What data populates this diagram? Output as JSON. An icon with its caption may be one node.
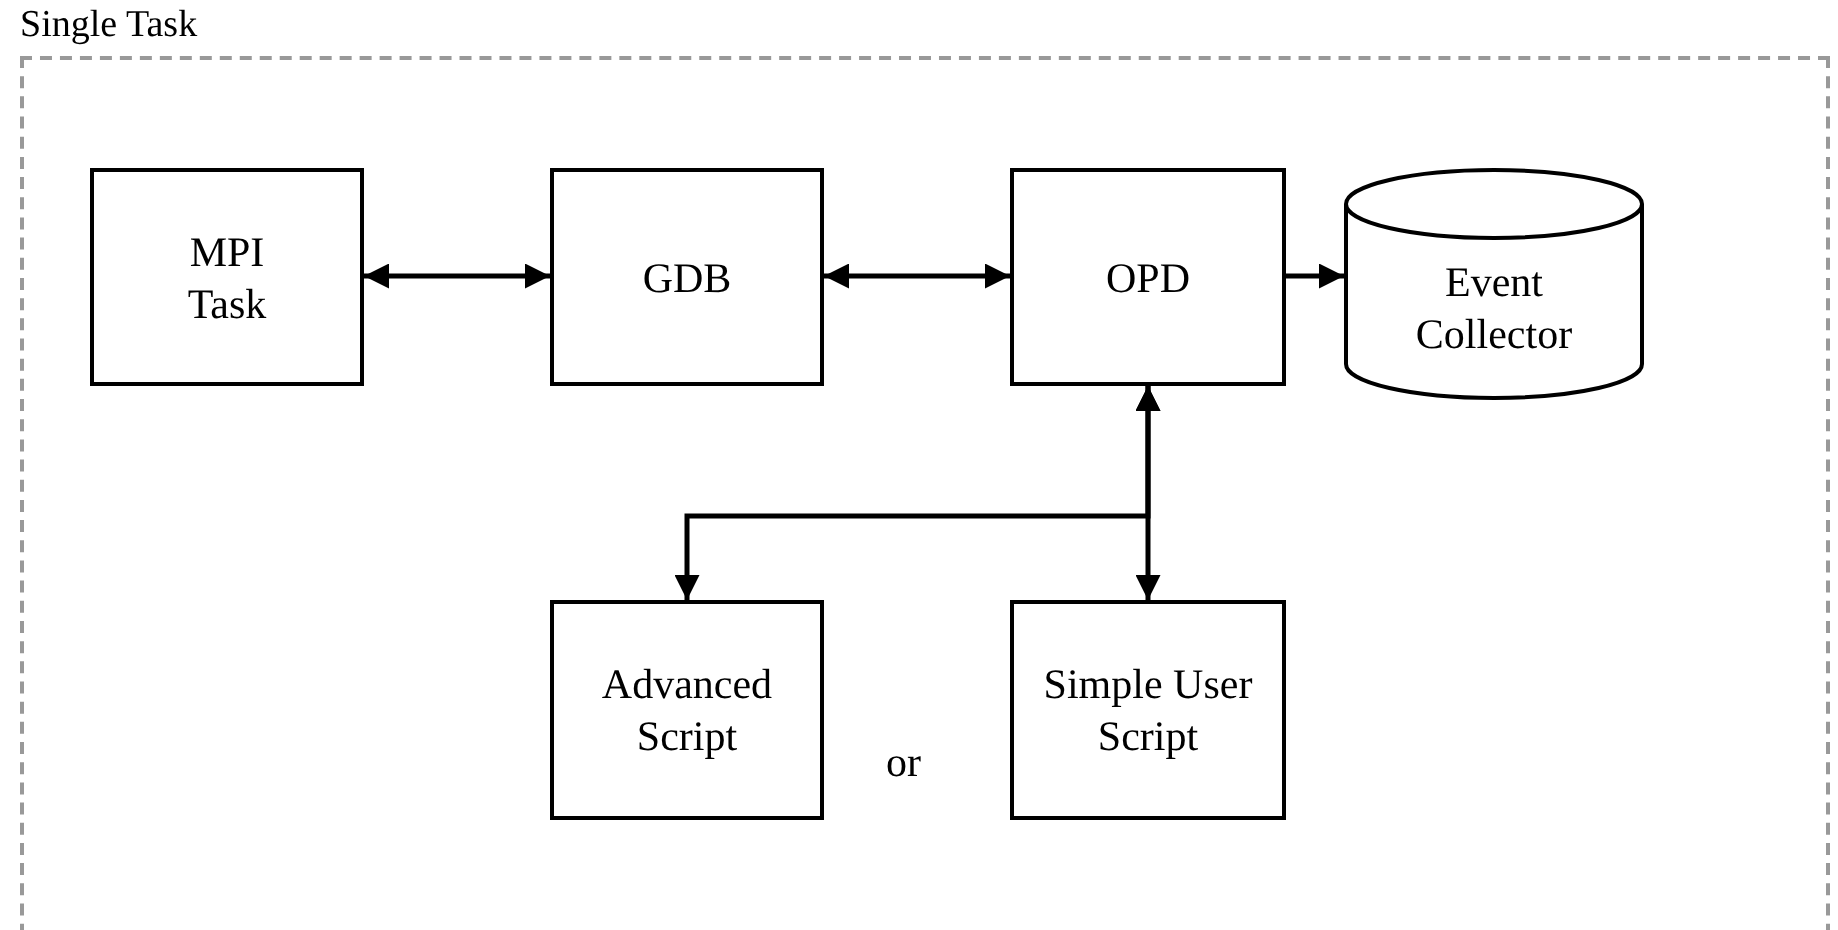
{
  "diagram": {
    "nodes": [
      {
        "text": [
          "Single Task"
        ]
      },
      {
        "text": [
          "MPI Task"
        ],
        "in": 0
      },
      {
        "text": [
          "GDB"
        ],
        "in": 0
      },
      {
        "text": [
          "OPD"
        ],
        "in": 0
      },
      {
        "text": [
          "Event Collector"
        ],
        "in": 0
      },
      {
        "text": [
          "Advanced Script"
        ],
        "in": 0
      },
      {
        "text": [
          "Simple User Script"
        ],
        "in": 0
      }
    ],
    "edges": [
      {
        "from": 1,
        "to": 2,
        "arrow": "both"
      },
      {
        "from": 2,
        "to": 3,
        "arrow": "both"
      },
      {
        "from": 3,
        "to": 4,
        "arrow": "to"
      },
      {
        "from": 3,
        "to": 5,
        "arrow": "both"
      },
      {
        "from": 3,
        "to": 6,
        "arrow": "both"
      }
    ],
    "labels": [
      "or"
    ]
  }
}
